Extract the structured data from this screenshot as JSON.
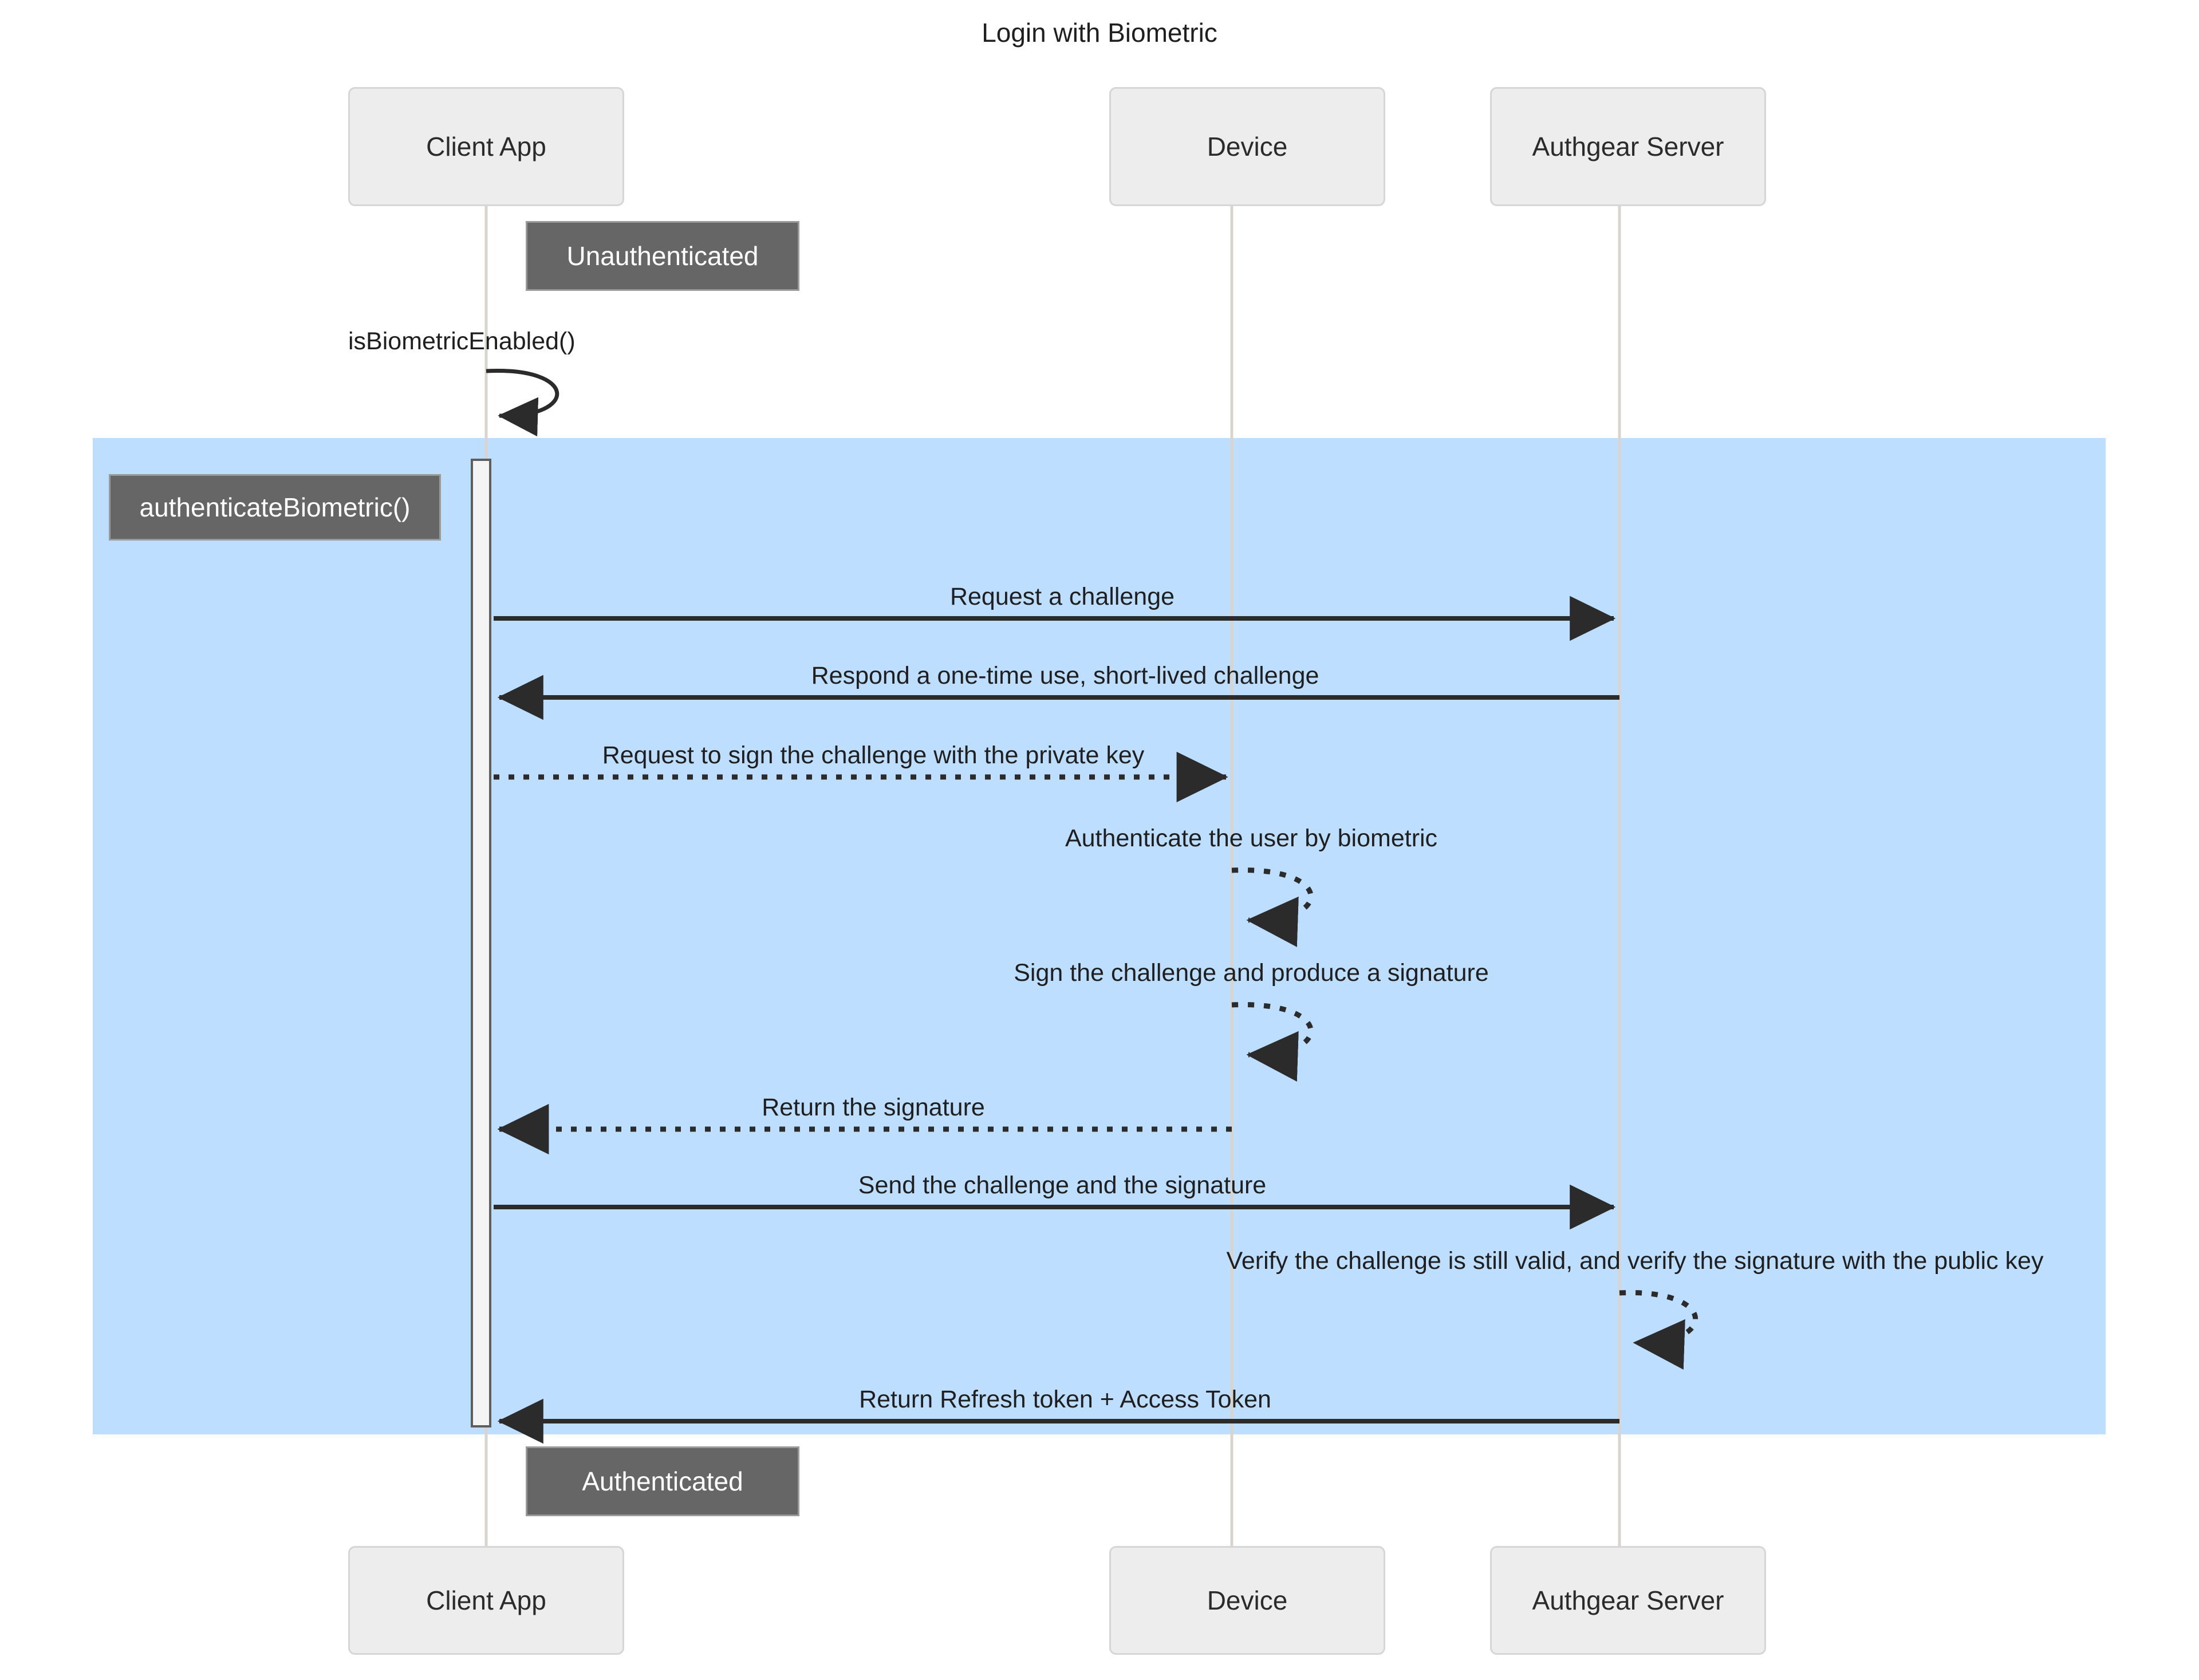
{
  "diagram": {
    "title": "Login with Biometric",
    "type": "sequence-diagram",
    "colors": {
      "fragment_background": "#bddeff",
      "actor_fill": "#ededed",
      "actor_border": "#d6d6d6",
      "note_fill": "#666666",
      "note_text": "#ffffff",
      "line": "#2b2b2b",
      "lifeline": "#d9d4cd"
    }
  },
  "participants": [
    {
      "id": "client",
      "label": "Client App"
    },
    {
      "id": "device",
      "label": "Device"
    },
    {
      "id": "server",
      "label": "Authgear Server"
    }
  ],
  "participants_bottom": [
    {
      "id": "client",
      "label": "Client App"
    },
    {
      "id": "device",
      "label": "Device"
    },
    {
      "id": "server",
      "label": "Authgear Server"
    }
  ],
  "notes": [
    {
      "id": "note-unauthenticated",
      "label": "Unauthenticated"
    },
    {
      "id": "note-authenticated",
      "label": "Authenticated"
    }
  ],
  "fragment": {
    "label": "authenticateBiometric()"
  },
  "messages": [
    {
      "id": "msg-is-biometric-enabled",
      "label": "isBiometricEnabled()",
      "from": "client",
      "to": "client",
      "style": "solid",
      "kind": "self"
    },
    {
      "id": "msg-request-challenge",
      "label": "Request a challenge",
      "from": "client",
      "to": "server",
      "style": "solid",
      "kind": "forward"
    },
    {
      "id": "msg-respond-challenge",
      "label": "Respond a one-time use, short-lived challenge",
      "from": "server",
      "to": "client",
      "style": "solid",
      "kind": "backward"
    },
    {
      "id": "msg-request-sign",
      "label": "Request to sign the challenge with the private key",
      "from": "client",
      "to": "device",
      "style": "dashed",
      "kind": "forward"
    },
    {
      "id": "msg-authenticate-user",
      "label": "Authenticate the user by biometric",
      "from": "device",
      "to": "device",
      "style": "dashed",
      "kind": "self"
    },
    {
      "id": "msg-sign-challenge",
      "label": "Sign the challenge and produce a signature",
      "from": "device",
      "to": "device",
      "style": "dashed",
      "kind": "self"
    },
    {
      "id": "msg-return-signature",
      "label": "Return the signature",
      "from": "device",
      "to": "client",
      "style": "dashed",
      "kind": "backward"
    },
    {
      "id": "msg-send-challenge-signature",
      "label": "Send the challenge and the signature",
      "from": "client",
      "to": "server",
      "style": "solid",
      "kind": "forward"
    },
    {
      "id": "msg-verify-challenge",
      "label": "Verify the challenge is still valid, and verify the signature with the public key",
      "from": "server",
      "to": "server",
      "style": "dashed",
      "kind": "self"
    },
    {
      "id": "msg-return-tokens",
      "label": "Return Refresh token + Access Token",
      "from": "server",
      "to": "client",
      "style": "solid",
      "kind": "backward"
    }
  ]
}
